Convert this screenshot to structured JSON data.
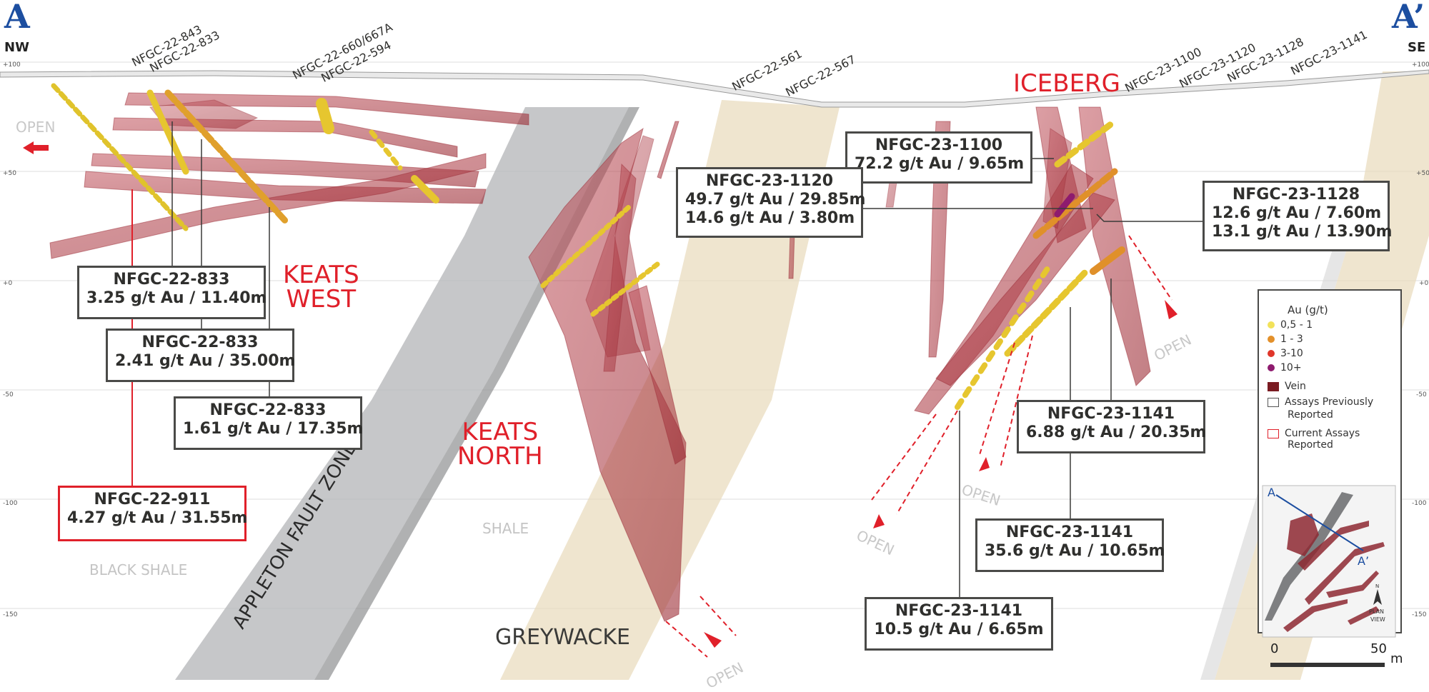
{
  "section": {
    "left_letter": "A",
    "right_letter": "A’",
    "left_dir": "NW",
    "right_dir": "SE"
  },
  "elevation_ticks": [
    "+100",
    "+50",
    "+0",
    "-50",
    "-100",
    "-150"
  ],
  "drill_holes": [
    "NFGC-22-843",
    "NFGC-22-833",
    "NFGC-22-660/667A",
    "NFGC-22-594",
    "NFGC-22-561",
    "NFGC-22-567",
    "NFGC-23-1100",
    "NFGC-23-1120",
    "NFGC-23-1128",
    "NFGC-23-1141"
  ],
  "zones": {
    "iceberg": "ICEBERG",
    "keats_west": [
      "KEATS",
      "WEST"
    ],
    "keats_north": [
      "KEATS",
      "NORTH"
    ]
  },
  "lithology": {
    "fault": "APPLETON FAULT ZONE",
    "black_shale": "BLACK SHALE",
    "shale": "SHALE",
    "greywacke": "GREYWACKE"
  },
  "open_label": "OPEN",
  "callouts": [
    {
      "hole": "NFGC-23-1100",
      "lines": [
        "72.2 g/t Au / 9.65m"
      ],
      "status": "previous"
    },
    {
      "hole": "NFGC-23-1120",
      "lines": [
        "49.7 g/t Au / 29.85m",
        "14.6 g/t Au / 3.80m"
      ],
      "status": "previous"
    },
    {
      "hole": "NFGC-23-1128",
      "lines": [
        "12.6 g/t Au / 7.60m",
        "13.1 g/t Au / 13.90m"
      ],
      "status": "previous"
    },
    {
      "hole": "NFGC-22-833",
      "lines": [
        "3.25 g/t Au / 11.40m"
      ],
      "status": "previous"
    },
    {
      "hole": "NFGC-22-833",
      "lines": [
        "2.41 g/t Au / 35.00m"
      ],
      "status": "previous"
    },
    {
      "hole": "NFGC-22-833",
      "lines": [
        "1.61 g/t Au / 17.35m"
      ],
      "status": "previous"
    },
    {
      "hole": "NFGC-22-911",
      "lines": [
        "4.27 g/t Au / 31.55m"
      ],
      "status": "current"
    },
    {
      "hole": "NFGC-23-1141",
      "lines": [
        "6.88 g/t Au / 20.35m"
      ],
      "status": "previous"
    },
    {
      "hole": "NFGC-23-1141",
      "lines": [
        "35.6 g/t Au / 10.65m"
      ],
      "status": "previous"
    },
    {
      "hole": "NFGC-23-1141",
      "lines": [
        "10.5 g/t Au / 6.65m"
      ],
      "status": "previous"
    }
  ],
  "legend": {
    "title": "Au (g/t)",
    "grades": [
      {
        "label": "0,5 - 1",
        "color": "#f2e25a"
      },
      {
        "label": "1 - 3",
        "color": "#e3902a"
      },
      {
        "label": "3-10",
        "color": "#e0362a"
      },
      {
        "label": "10+",
        "color": "#8e1b6e"
      }
    ],
    "vein": "Vein",
    "previous": [
      "Assays Previously",
      "Reported"
    ],
    "current": [
      "Current Assays",
      "Reported"
    ],
    "plan_view": {
      "label_a": "A",
      "label_b": "A’",
      "north": "N",
      "caption": [
        "PLAN",
        "VIEW"
      ]
    }
  },
  "scale": {
    "start": "0",
    "end": "50",
    "unit": "m"
  },
  "colors": {
    "vein": "#b2343c",
    "fault": "#b8b9bb",
    "greywacke": "#eadcbf",
    "callout_border": "#4a4a48",
    "current_border": "#e0202a",
    "zone_label": "#e0202a",
    "section_letter": "#1c4ea0"
  }
}
